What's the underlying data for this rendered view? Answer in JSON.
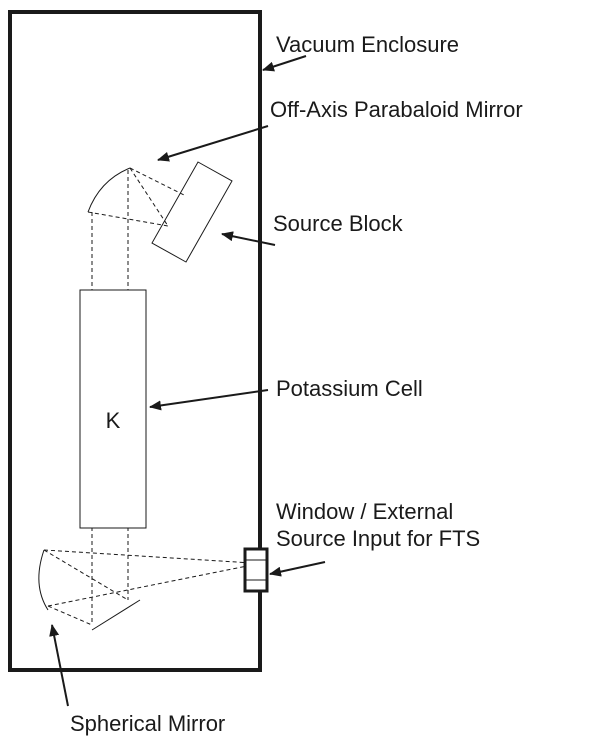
{
  "labels": {
    "vacuum_enclosure": "Vacuum Enclosure",
    "paraboloid_mirror": "Off-Axis Parabaloid Mirror",
    "source_block": "Source Block",
    "potassium_cell": "Potassium Cell",
    "window_line1": "Window / External",
    "window_line2": "Source Input for FTS",
    "spherical_mirror": "Spherical Mirror"
  },
  "cell_label": "K",
  "colors": {
    "line": "#1a1a1a",
    "background": "#ffffff"
  }
}
